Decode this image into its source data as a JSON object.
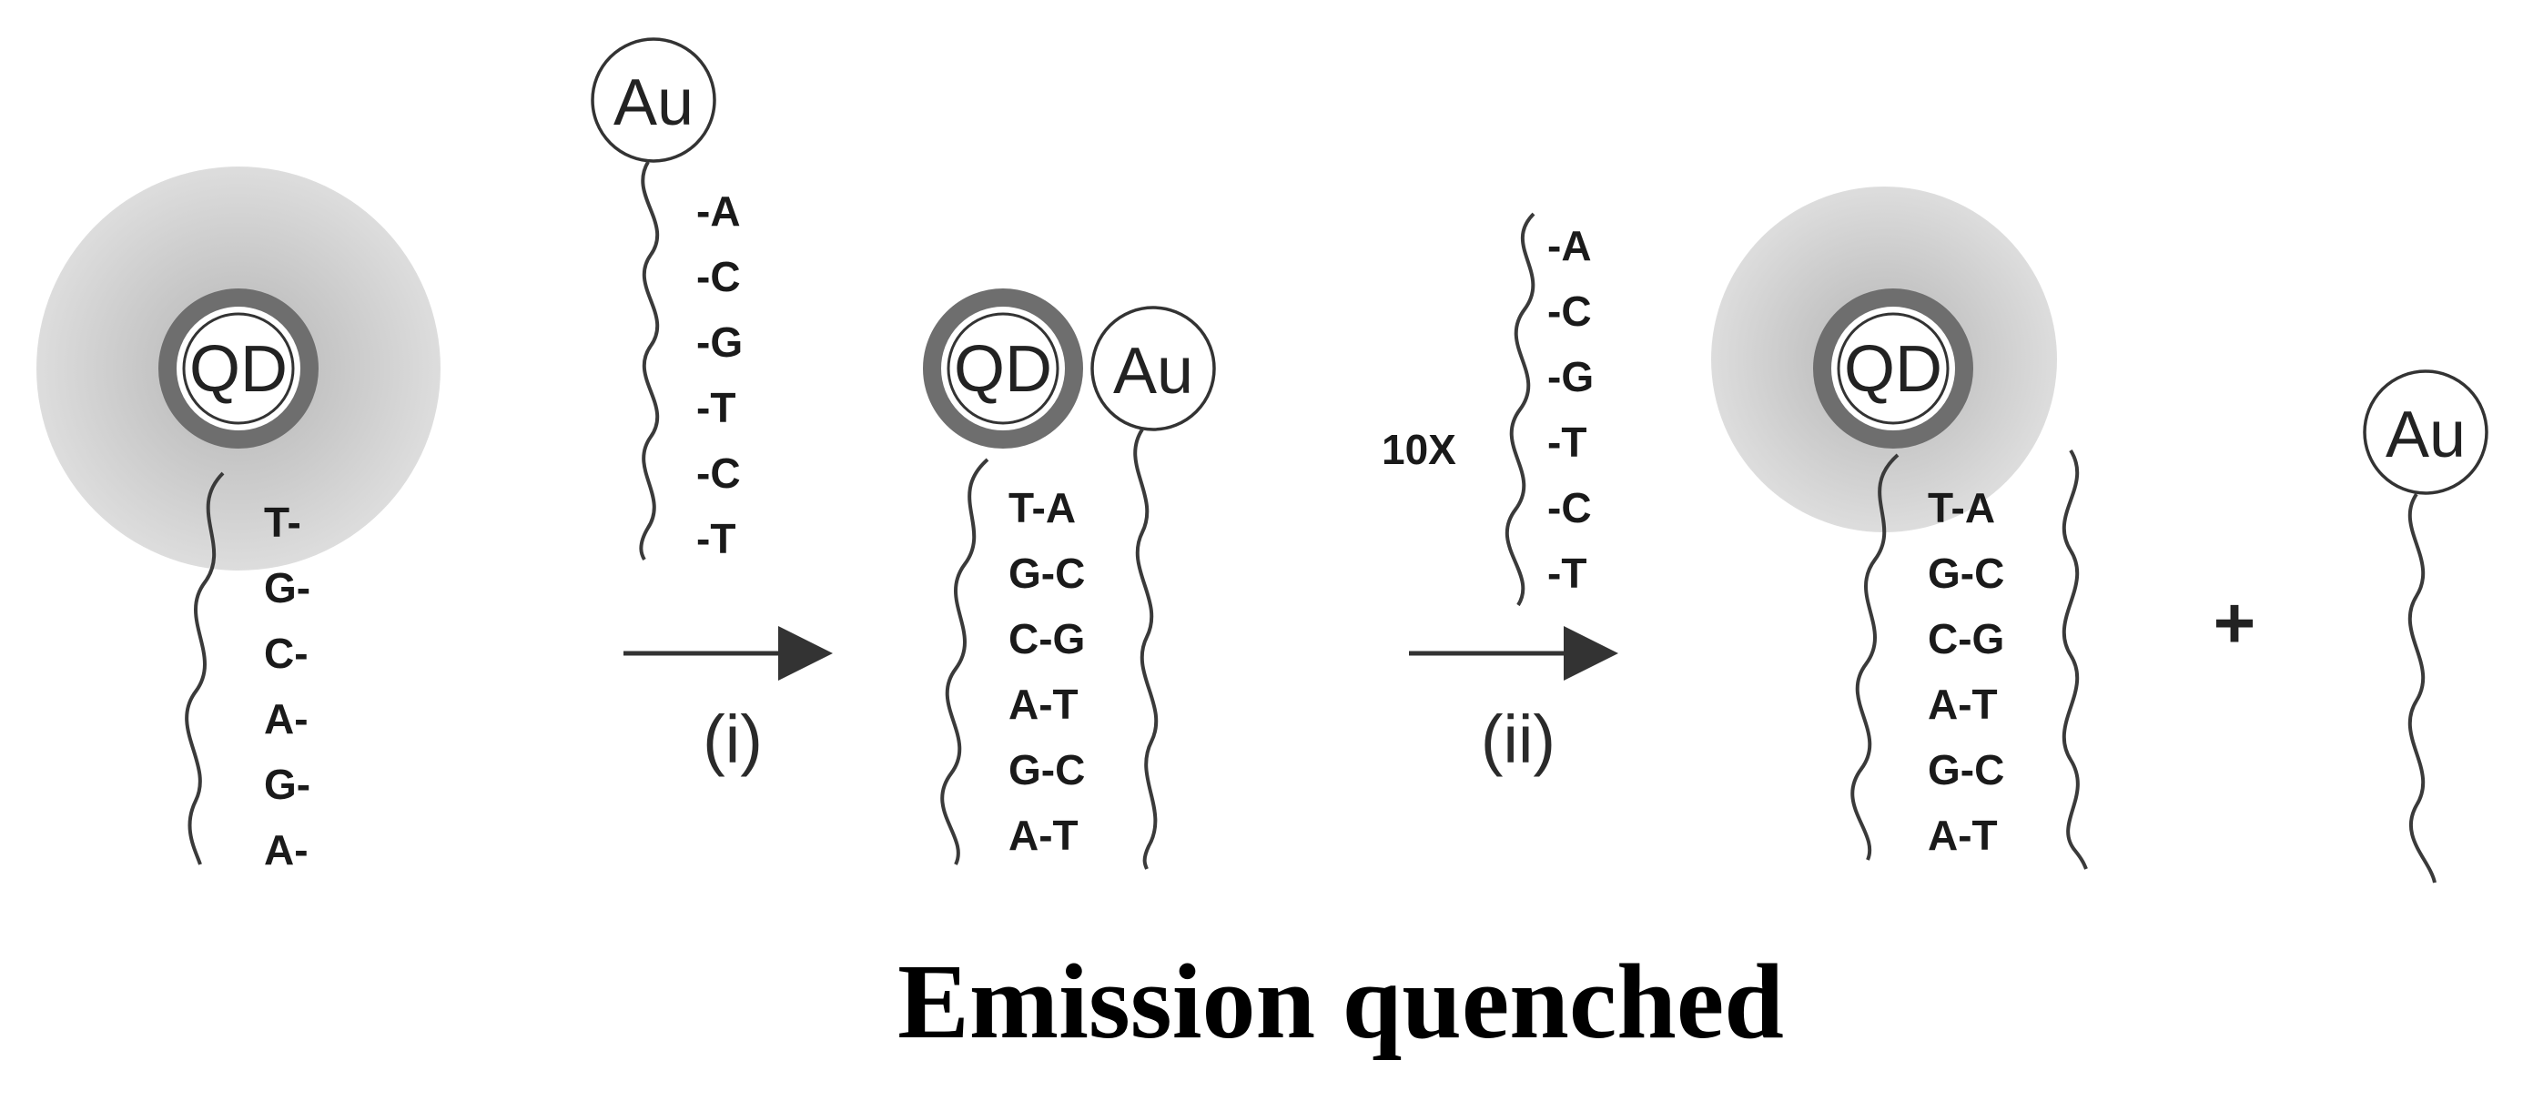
{
  "labels": {
    "qd": "QD",
    "au": "Au",
    "step_i": "(i)",
    "step_ii": "(ii)",
    "excess": "10X",
    "plus": "+",
    "caption": "Emission quenched"
  },
  "strands": {
    "qd_probe": [
      "T-",
      "G-",
      "C-",
      "A-",
      "G-",
      "A-"
    ],
    "au_probe": [
      "-A",
      "-C",
      "-G",
      "-T",
      "-C",
      "-T"
    ],
    "duplex": [
      "T-A",
      "G-C",
      "C-G",
      "A-T",
      "G-C",
      "A-T"
    ],
    "target": [
      "-A",
      "-C",
      "-G",
      "-T",
      "-C",
      "-T"
    ]
  },
  "colors": {
    "glow": "#cccccc",
    "shell": "#707070",
    "line": "#3a3a3a",
    "text": "#1a1a1a"
  }
}
